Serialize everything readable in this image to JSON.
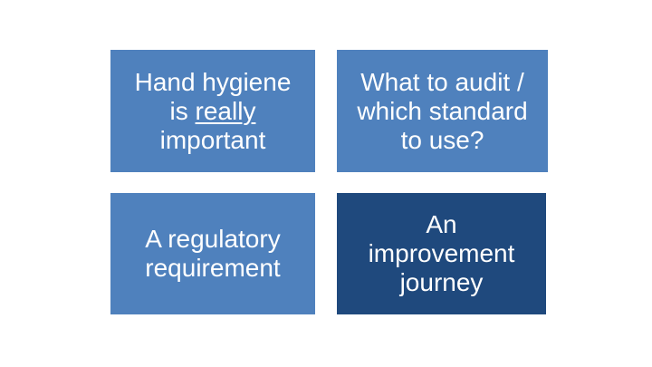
{
  "slide": {
    "colors": {
      "box_blue": "#4F81BD",
      "box_dark_blue": "#1F497D",
      "text_color": "#FFFFFF",
      "background": "#FFFFFF"
    },
    "boxes": [
      {
        "name": "hand-hygiene",
        "line1": "Hand hygiene",
        "line2_prefix": "is ",
        "line2_underlined": "really",
        "line3": "important"
      },
      {
        "name": "what-to-audit",
        "lines": [
          "What to audit /",
          "which standard",
          "to use?"
        ]
      },
      {
        "name": "regulatory-requirement",
        "lines": [
          "A regulatory",
          "requirement"
        ]
      },
      {
        "name": "improvement-journey",
        "lines": [
          "An",
          "improvement",
          "journey"
        ]
      }
    ]
  }
}
